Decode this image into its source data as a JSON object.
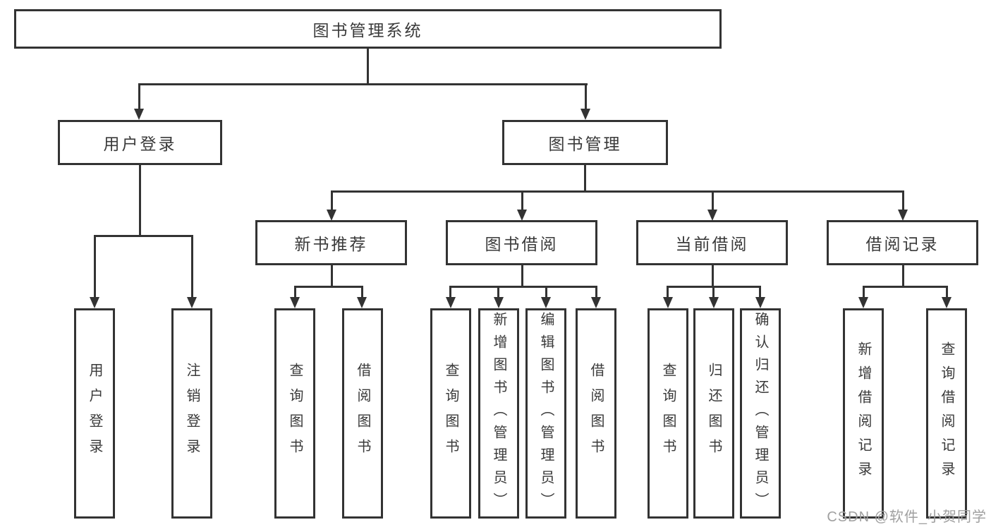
{
  "diagram_type": "hierarchy-tree",
  "colors": {
    "line": "#333333",
    "text": "#3a3a3a",
    "background": "#ffffff",
    "watermark": "#a0a0a0"
  },
  "tree": {
    "label": "图书管理系统",
    "children": [
      {
        "label": "用户登录",
        "children": [
          {
            "label": "用户登录"
          },
          {
            "label": "注销登录"
          }
        ]
      },
      {
        "label": "图书管理",
        "children": [
          {
            "label": "新书推荐",
            "children": [
              {
                "label": "查询图书"
              },
              {
                "label": "借阅图书"
              }
            ]
          },
          {
            "label": "图书借阅",
            "children": [
              {
                "label": "查询图书"
              },
              {
                "label": "新增图书（管理员）"
              },
              {
                "label": "编辑图书（管理员）"
              },
              {
                "label": "借阅图书"
              }
            ]
          },
          {
            "label": "当前借阅",
            "children": [
              {
                "label": "查询图书"
              },
              {
                "label": "归还图书"
              },
              {
                "label": "确认归还（管理员）"
              }
            ]
          },
          {
            "label": "借阅记录",
            "children": [
              {
                "label": "新增借阅记录"
              },
              {
                "label": "查询借阅记录"
              }
            ]
          }
        ]
      }
    ]
  },
  "watermark": {
    "text": "CSDN @软件_小贺同学"
  }
}
